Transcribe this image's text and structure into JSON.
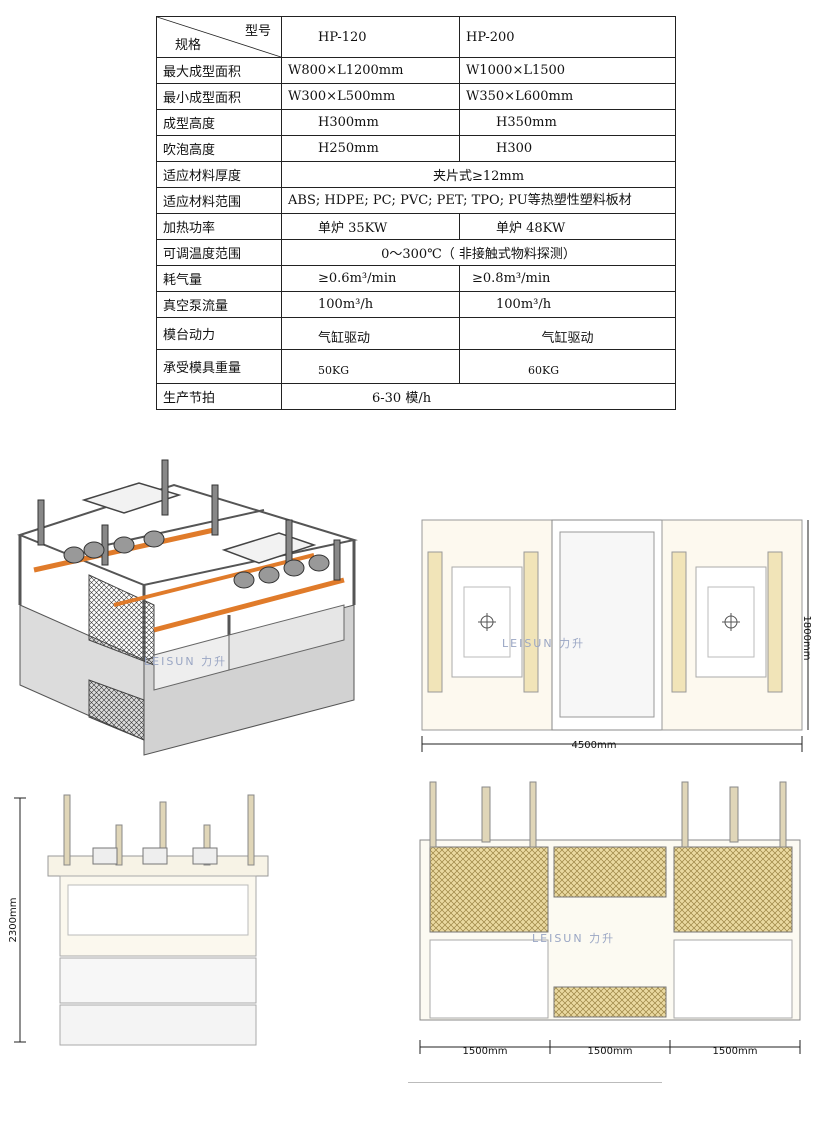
{
  "table": {
    "header_top": "型号",
    "header_bottom": "规格",
    "models": [
      "HP-120",
      "HP-200"
    ],
    "rows": [
      {
        "label": "最大成型面积",
        "a": "W800×L1200mm",
        "b": "W1000×L1500"
      },
      {
        "label": "最小成型面积",
        "a": "W300×L500mm",
        "b": "W350×L600mm"
      },
      {
        "label": "成型高度",
        "a": "H300mm",
        "b": "H350mm"
      },
      {
        "label": "吹泡高度",
        "a": "H250mm",
        "b": "H300"
      },
      {
        "label": "适应材料厚度",
        "merged": "夹片式≥12mm"
      },
      {
        "label": "适应材料范围",
        "merged": "ABS; HDPE; PC; PVC; PET; TPO; PU等热塑性塑料板材"
      },
      {
        "label": "加热功率",
        "a": "单炉 35KW",
        "b": "单炉 48KW"
      },
      {
        "label": "可调温度范围",
        "merged": "0～300℃（ 非接触式物料探测）"
      },
      {
        "label": "耗气量",
        "a": "≥0.6m³/min",
        "b": "≥0.8m³/min"
      },
      {
        "label": "真空泵流量",
        "a": "100m³/h",
        "b": "100m³/h"
      },
      {
        "label": "模台动力",
        "a": "气缸驱动",
        "b": "气缸驱动"
      },
      {
        "label": "承受模具重量",
        "a": "50KG",
        "b": "60KG"
      },
      {
        "label": "生产节拍",
        "merged": "6-30 模/h"
      }
    ]
  },
  "drawings": {
    "top_view": {
      "width_dim": "4500mm",
      "height_dim": "1800mm",
      "watermark": "LEISUN 力升"
    },
    "side_view": {
      "height_dim": "2300mm"
    },
    "front_view": {
      "dims": [
        "1500mm",
        "1500mm",
        "1500mm"
      ],
      "watermark": "LEISUN 力升"
    },
    "iso_view": {
      "watermark": "LEISUN 力升"
    }
  },
  "colors": {
    "accent": "#e07b2a",
    "frame": "#555555",
    "panel": "#d9d9d9",
    "mesh": "#d9c27a"
  }
}
